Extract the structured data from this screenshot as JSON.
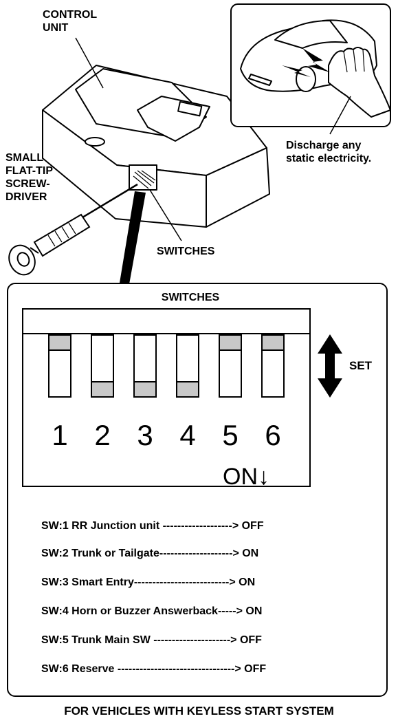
{
  "labels": {
    "control_unit": "CONTROL\nUNIT",
    "screwdriver": "SMALL\nFLAT-TIP\nSCREW-\nDRIVER",
    "switches_top": "SWITCHES",
    "discharge": "Discharge any\nstatic electricity."
  },
  "panel": {
    "title": "SWITCHES",
    "switches": [
      {
        "number": "1",
        "position": "up"
      },
      {
        "number": "2",
        "position": "down"
      },
      {
        "number": "3",
        "position": "down"
      },
      {
        "number": "4",
        "position": "down"
      },
      {
        "number": "5",
        "position": "up"
      },
      {
        "number": "6",
        "position": "up"
      }
    ],
    "on_label": "ON",
    "on_arrow": "↓",
    "set_label": "SET",
    "settings": [
      "SW:1 RR Junction unit -------------------> OFF",
      "SW:2 Trunk or Tailgate--------------------> ON",
      "SW:3 Smart Entry--------------------------> ON",
      "SW:4 Horn or Buzzer Answerback-----> ON",
      "SW:5 Trunk Main SW ---------------------> OFF",
      "SW:6 Reserve --------------------------------> OFF"
    ]
  },
  "footer": "FOR VEHICLES WITH KEYLESS START SYSTEM",
  "icons": [
    "control-unit-illustration",
    "screwdriver-illustration",
    "car-hand-illustration",
    "set-double-arrow-icon"
  ]
}
